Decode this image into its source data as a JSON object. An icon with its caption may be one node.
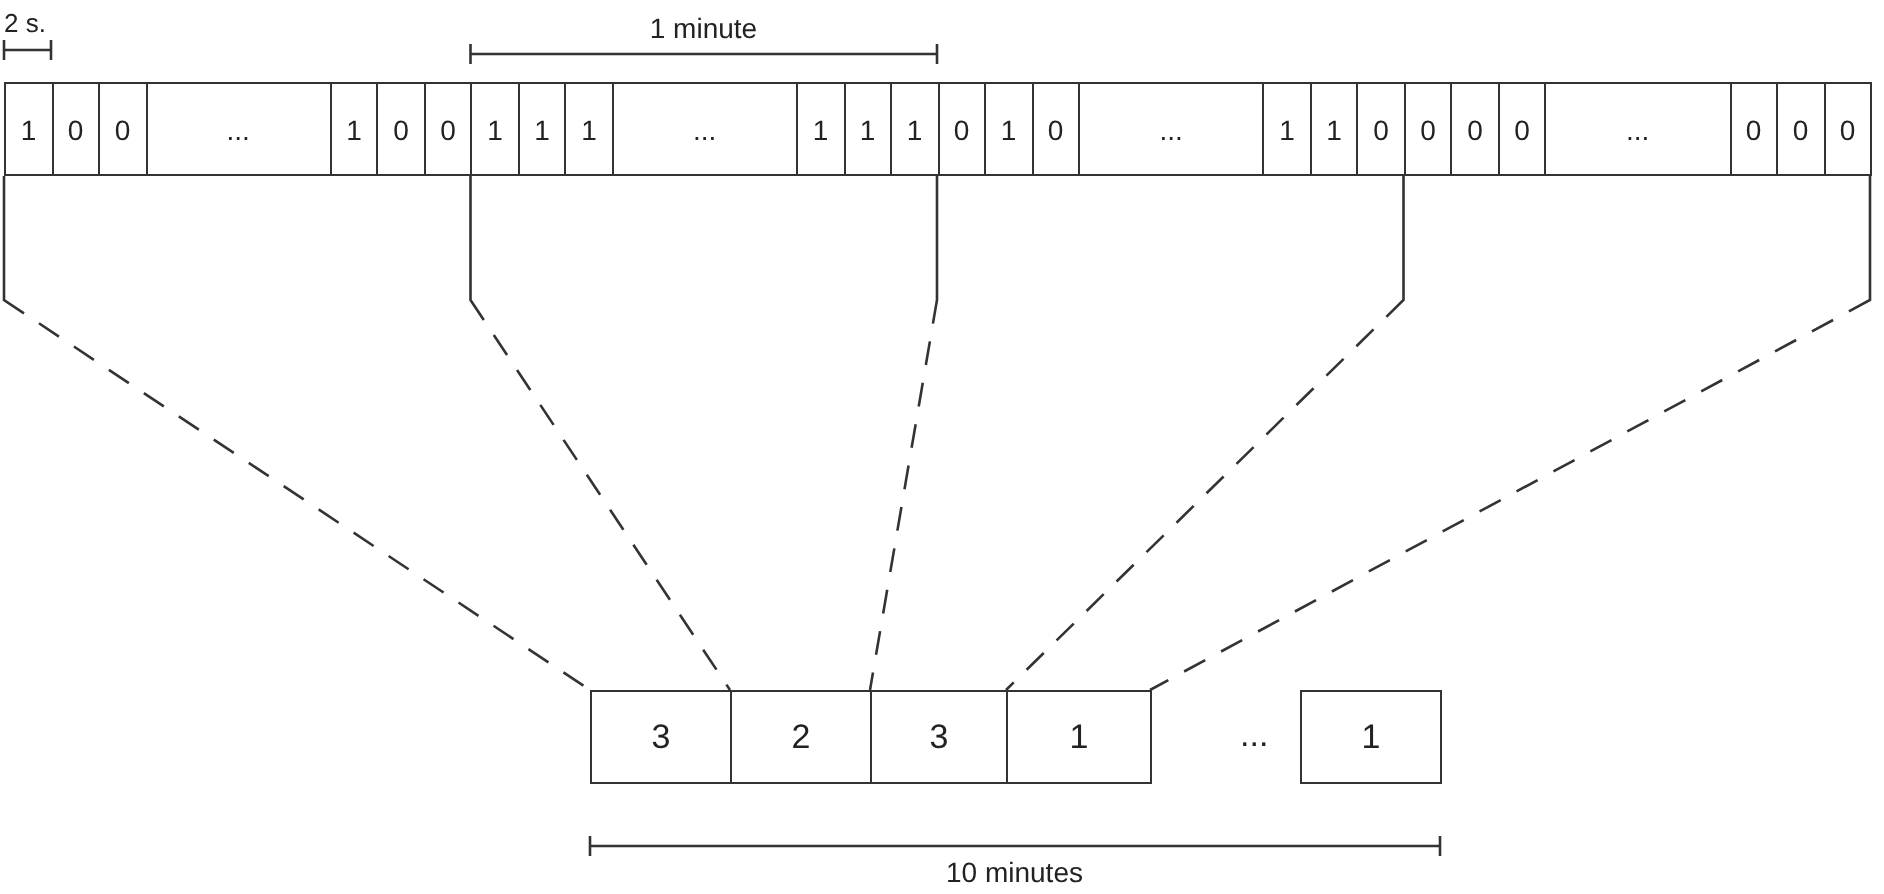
{
  "diagram": {
    "nodes": [
      {
        "text": [
          "1"
        ]
      },
      {
        "text": [
          "0"
        ]
      },
      {
        "text": [
          "0"
        ]
      },
      {
        "text": [
          "..."
        ]
      },
      {
        "text": [
          "1"
        ]
      },
      {
        "text": [
          "0"
        ]
      },
      {
        "text": [
          "0"
        ]
      },
      {
        "text": [
          "1"
        ]
      },
      {
        "text": [
          "1"
        ]
      },
      {
        "text": [
          "1"
        ]
      },
      {
        "text": [
          "..."
        ]
      },
      {
        "text": [
          "1"
        ]
      },
      {
        "text": [
          "1"
        ]
      },
      {
        "text": [
          "1"
        ]
      },
      {
        "text": [
          "0"
        ]
      },
      {
        "text": [
          "1"
        ]
      },
      {
        "text": [
          "0"
        ]
      },
      {
        "text": [
          "..."
        ]
      },
      {
        "text": [
          "1"
        ]
      },
      {
        "text": [
          "1"
        ]
      },
      {
        "text": [
          "0"
        ]
      },
      {
        "text": [
          "0"
        ]
      },
      {
        "text": [
          "0"
        ]
      },
      {
        "text": [
          "0"
        ]
      },
      {
        "text": [
          "..."
        ]
      },
      {
        "text": [
          "0"
        ]
      },
      {
        "text": [
          "0"
        ]
      },
      {
        "text": [
          "0"
        ]
      },
      {
        "text": [
          "3"
        ]
      },
      {
        "text": [
          "2"
        ]
      },
      {
        "text": [
          "3"
        ]
      },
      {
        "text": [
          "1"
        ]
      },
      {
        "text": [
          "1"
        ]
      }
    ],
    "edges": [
      {
        "from": 0,
        "to": 28,
        "arrow": "none",
        "style": "dashed"
      },
      {
        "from": 6,
        "to": 28,
        "arrow": "none",
        "style": "dashed"
      },
      {
        "from": 13,
        "to": 30,
        "arrow": "none",
        "style": "dashed"
      },
      {
        "from": 20,
        "to": 30,
        "arrow": "none",
        "style": "dashed"
      },
      {
        "from": 27,
        "to": 31,
        "arrow": "none",
        "style": "dashed"
      }
    ],
    "labels": [
      "2 s.",
      "1 minute",
      "...",
      "10 minutes"
    ]
  }
}
